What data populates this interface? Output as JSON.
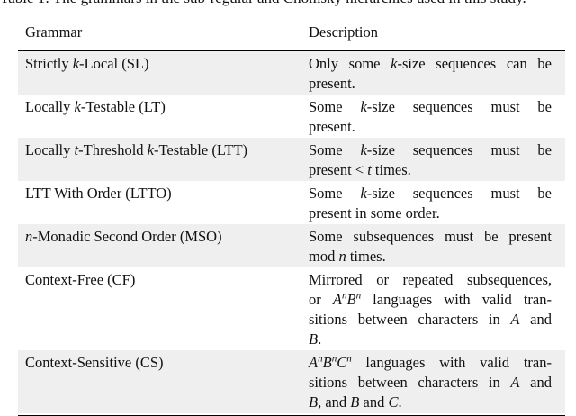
{
  "caption": "Table 1: The grammars in the sub-regular and Chomsky hierarchies used in this study.",
  "headers": {
    "grammar": "Grammar",
    "description": "Description"
  },
  "rows": [
    {
      "grammar": [
        [
          "Strictly ",
          ""
        ],
        [
          "k",
          "i"
        ],
        [
          "-Local (SL)",
          ""
        ]
      ],
      "description": [
        [
          [
            "Only some ",
            ""
          ],
          [
            "k",
            "i"
          ],
          [
            "-size sequences can be",
            ""
          ]
        ],
        [
          [
            "present.",
            ""
          ]
        ]
      ]
    },
    {
      "grammar": [
        [
          "Locally ",
          ""
        ],
        [
          "k",
          "i"
        ],
        [
          "-Testable (LT)",
          ""
        ]
      ],
      "description": [
        [
          [
            "Some ",
            ""
          ],
          [
            "k",
            "i"
          ],
          [
            "-size sequences must be",
            ""
          ]
        ],
        [
          [
            "present.",
            ""
          ]
        ]
      ]
    },
    {
      "grammar": [
        [
          "Locally ",
          ""
        ],
        [
          "t",
          "i"
        ],
        [
          "-Threshold ",
          ""
        ],
        [
          "k",
          "i"
        ],
        [
          "-Testable (LTT)",
          ""
        ]
      ],
      "description": [
        [
          [
            "Some ",
            ""
          ],
          [
            "k",
            "i"
          ],
          [
            "-size sequences must be",
            ""
          ]
        ],
        [
          [
            "present < ",
            ""
          ],
          [
            "t",
            "i"
          ],
          [
            " times.",
            ""
          ]
        ]
      ]
    },
    {
      "grammar": [
        [
          "LTT With Order (LTTO)",
          ""
        ]
      ],
      "description": [
        [
          [
            "Some ",
            ""
          ],
          [
            "k",
            "i"
          ],
          [
            "-size sequences must be",
            ""
          ]
        ],
        [
          [
            "present in some order.",
            ""
          ]
        ]
      ]
    },
    {
      "grammar": [
        [
          "n",
          "i"
        ],
        [
          "-Monadic Second Order (MSO)",
          ""
        ]
      ],
      "description": [
        [
          [
            "Some subsequences must be present",
            ""
          ]
        ],
        [
          [
            "mod ",
            ""
          ],
          [
            "n",
            "i"
          ],
          [
            " times.",
            ""
          ]
        ]
      ]
    },
    {
      "grammar": [
        [
          "Context-Free (CF)",
          ""
        ]
      ],
      "description": [
        [
          [
            "Mirrored or repeated subsequences,",
            ""
          ]
        ],
        [
          [
            "or ",
            ""
          ],
          [
            "A",
            "i"
          ],
          [
            "n",
            "sup"
          ],
          [
            "B",
            "i"
          ],
          [
            "n",
            "sup"
          ],
          [
            " languages with valid tran-",
            ""
          ]
        ],
        [
          [
            "sitions between characters in ",
            ""
          ],
          [
            "A",
            "i"
          ],
          [
            " and",
            ""
          ]
        ],
        [
          [
            "B",
            "i"
          ],
          [
            ".",
            ""
          ]
        ]
      ]
    },
    {
      "grammar": [
        [
          "Context-Sensitive (CS)",
          ""
        ]
      ],
      "description": [
        [
          [
            "A",
            "i"
          ],
          [
            "n",
            "sup"
          ],
          [
            "B",
            "i"
          ],
          [
            "n",
            "sup"
          ],
          [
            "C",
            "i"
          ],
          [
            "n",
            "sup"
          ],
          [
            " languages with valid tran-",
            ""
          ]
        ],
        [
          [
            "sitions between characters in ",
            ""
          ],
          [
            "A",
            "i"
          ],
          [
            " and",
            ""
          ]
        ],
        [
          [
            "B",
            "i"
          ],
          [
            ", and ",
            ""
          ],
          [
            "B",
            "i"
          ],
          [
            " and ",
            ""
          ],
          [
            "C",
            "i"
          ],
          [
            ".",
            ""
          ]
        ]
      ]
    }
  ]
}
